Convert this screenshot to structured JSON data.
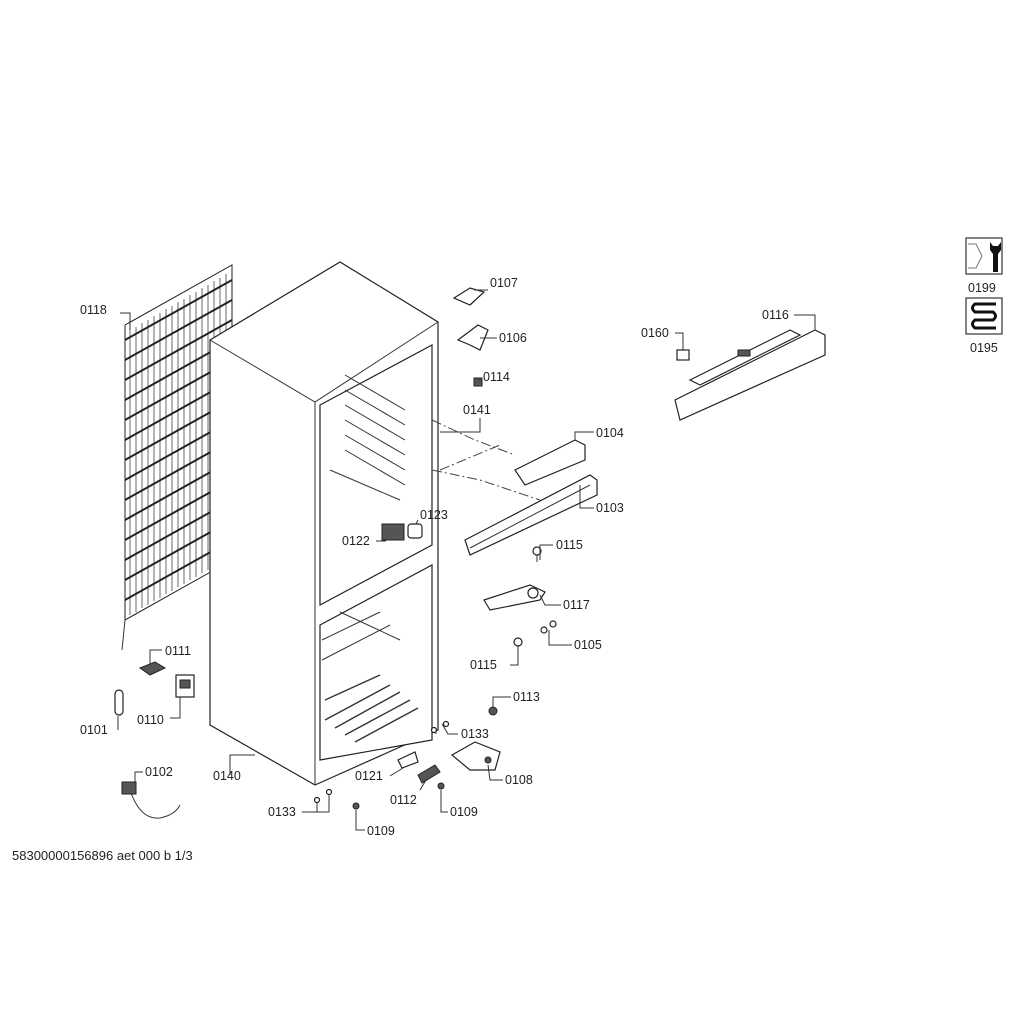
{
  "footer": "58300000156896 aet 000 b 1/3",
  "labels": {
    "p0107": "0107",
    "p0106": "0106",
    "p0114": "0114",
    "p0141": "0141",
    "p0104": "0104",
    "p0103": "0103",
    "p0123": "0123",
    "p0122": "0122",
    "p0115a": "0115",
    "p0117": "0117",
    "p0105": "0105",
    "p0115b": "0115",
    "p0113": "0113",
    "p0133a": "0133",
    "p0108": "0108",
    "p0121": "0121",
    "p0112": "0112",
    "p0109a": "0109",
    "p0109b": "0109",
    "p0133b": "0133",
    "p0140": "0140",
    "p0102": "0102",
    "p0101": "0101",
    "p0110": "0110",
    "p0111": "0111",
    "p0118": "0118",
    "p0160": "0160",
    "p0116": "0116",
    "p0199": "0199",
    "p0195": "0195"
  },
  "icons": [
    "service-tool-icon",
    "condenser-icon"
  ]
}
